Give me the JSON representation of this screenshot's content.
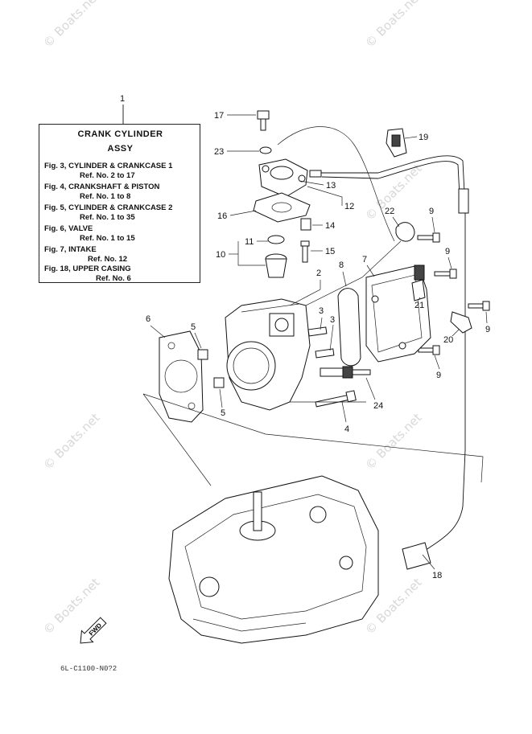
{
  "legend": {
    "number": "1",
    "title_line1": "CRANK CYLINDER",
    "title_line2": "ASSY",
    "entries": [
      {
        "fig": "Fig. 3, CYLINDER & CRANKCASE 1",
        "ref": "Ref. No. 2 to 17"
      },
      {
        "fig": "Fig. 4, CRANKSHAFT & PISTON",
        "ref": "Ref. No. 1 to 8"
      },
      {
        "fig": "Fig. 5, CYLINDER & CRANKCASE 2",
        "ref": "Ref. No. 1 to 35"
      },
      {
        "fig": "Fig. 6, VALVE",
        "ref": "Ref. No. 1 to 15"
      },
      {
        "fig": "Fig. 7, INTAKE",
        "ref": "Ref. No. 12"
      },
      {
        "fig": "Fig. 18, UPPER CASING",
        "ref": "Ref. No. 6"
      }
    ]
  },
  "callouts": {
    "c2": "2",
    "c3a": "3",
    "c3b": "3",
    "c4": "4",
    "c5a": "5",
    "c5b": "5",
    "c6": "6",
    "c7": "7",
    "c8": "8",
    "c9a": "9",
    "c9b": "9",
    "c9c": "9",
    "c9d": "9",
    "c10": "10",
    "c11": "11",
    "c12": "12",
    "c13": "13",
    "c14": "14",
    "c15": "15",
    "c16": "16",
    "c17": "17",
    "c18": "18",
    "c19": "19",
    "c20": "20",
    "c21": "21",
    "c22": "22",
    "c23": "23",
    "c24": "24"
  },
  "fwd_label": "FWD",
  "diagram_code": "6L-C1100-N0?2",
  "watermark": "© Boats.net"
}
